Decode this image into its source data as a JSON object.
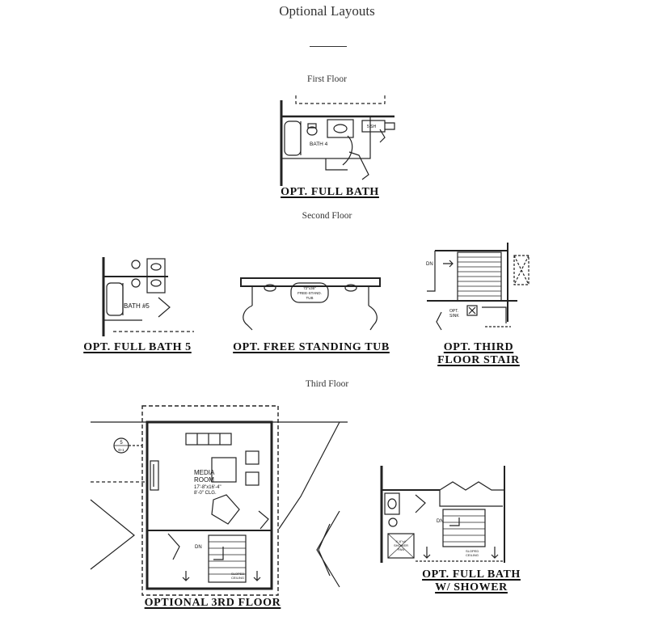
{
  "page": {
    "title": "Optional Layouts",
    "sections": {
      "first_floor": "First Floor",
      "second_floor": "Second Floor",
      "third_floor": "Third Floor"
    }
  },
  "plans": {
    "opt_full_bath": {
      "caption": "OPT. FULL BATH",
      "room_label": "BATH 4",
      "shelf_label": "5 SH"
    },
    "opt_full_bath_5": {
      "caption": "OPT. FULL BATH 5",
      "room_label": "BATH #5"
    },
    "opt_free_standing_tub": {
      "caption": "OPT. FREE STANDING TUB",
      "tub_label_1": "72\"x36\"",
      "tub_label_2": "FREE-STAND.",
      "tub_label_3": "TUB"
    },
    "opt_third_floor_stair": {
      "caption_line_1": "OPT. THIRD",
      "caption_line_2": "FLOOR STAIR",
      "dn_label": "DN",
      "sink_label_1": "OPT.",
      "sink_label_2": "SINK"
    },
    "optional_3rd_floor": {
      "caption": "OPTIONAL 3RD FLOOR",
      "room_name_1": "MEDIA",
      "room_name_2": "ROOM",
      "room_dims": "17'-8\"x16'-4\"",
      "room_ceiling": "8'-0\" CLG.",
      "dn_label": "DN",
      "sloped_1": "SLOPED",
      "sloped_2": "CEILING",
      "section_mark_top": "5",
      "section_mark_bottom": "D-1"
    },
    "opt_full_bath_shower": {
      "caption_line_1": "OPT. FULL BATH",
      "caption_line_2": "W/ SHOWER",
      "dn_label": "DN",
      "shower_label_1": "4'-6\"x4'",
      "shower_label_2": "SHOWER",
      "shower_label_3": "PAN",
      "sloped_1": "SLOPED",
      "sloped_2": "CEILING"
    }
  }
}
